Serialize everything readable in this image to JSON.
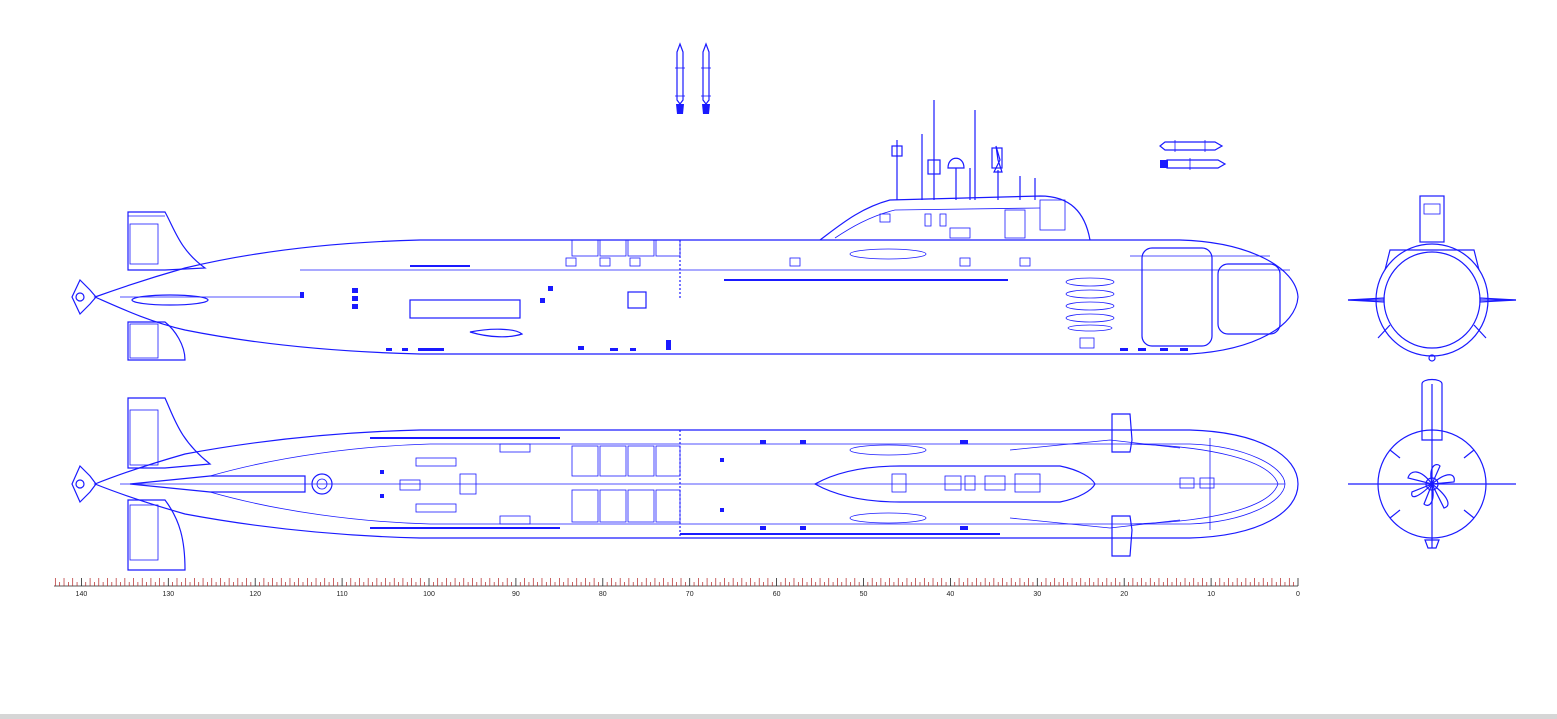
{
  "ruler": {
    "labels": [
      "140",
      "130",
      "120",
      "110",
      "100",
      "90",
      "80",
      "70",
      "60",
      "50",
      "40",
      "30",
      "20",
      "10",
      "0"
    ],
    "min": 0,
    "max": 143
  },
  "colors": {
    "line": "#1a1aff",
    "ruler_ticks": "#b22222",
    "ruler_text": "#222222",
    "background": "#ffffff"
  }
}
